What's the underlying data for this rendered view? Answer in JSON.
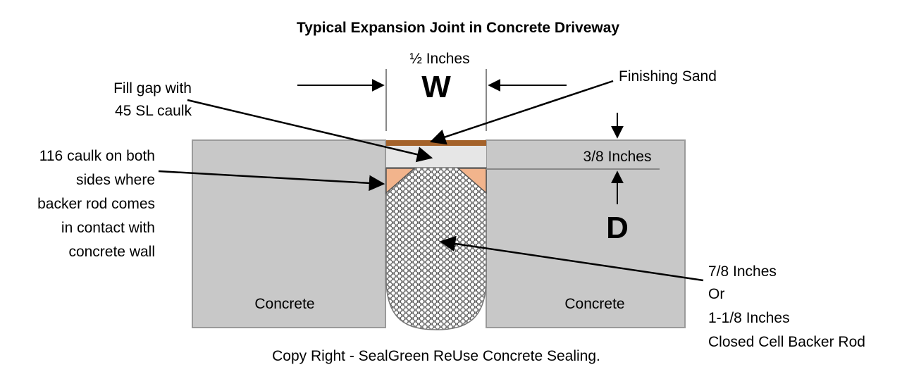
{
  "title": "Typical Expansion Joint in Concrete Driveway",
  "width_dimension": "½ Inches",
  "width_symbol": "W",
  "depth_symbol": "D",
  "depth_dimension": "3/8 Inches",
  "finishing_sand_label": "Finishing Sand",
  "fill_gap_label": [
    "Fill gap with",
    "45 SL caulk"
  ],
  "side_caulk_label": [
    "116 caulk on both",
    "sides where",
    "backer rod comes",
    "in contact with",
    "concrete wall"
  ],
  "backer_rod_label": [
    "7/8 Inches",
    "Or",
    "1-1/8 Inches",
    "Closed Cell Backer Rod"
  ],
  "concrete_left_label": "Concrete",
  "concrete_right_label": "Concrete",
  "copyright": "Copy Right  - SealGreen ReUse Concrete Sealing.",
  "colors": {
    "concrete": "#c8c8c8",
    "concrete_edge": "#9a9a9a",
    "sand": "#a4622a",
    "sealant": "#e6e6e6",
    "side_caulk": "#f2b48c",
    "backer_rod": "#cfcfcf",
    "text": "#111111"
  }
}
